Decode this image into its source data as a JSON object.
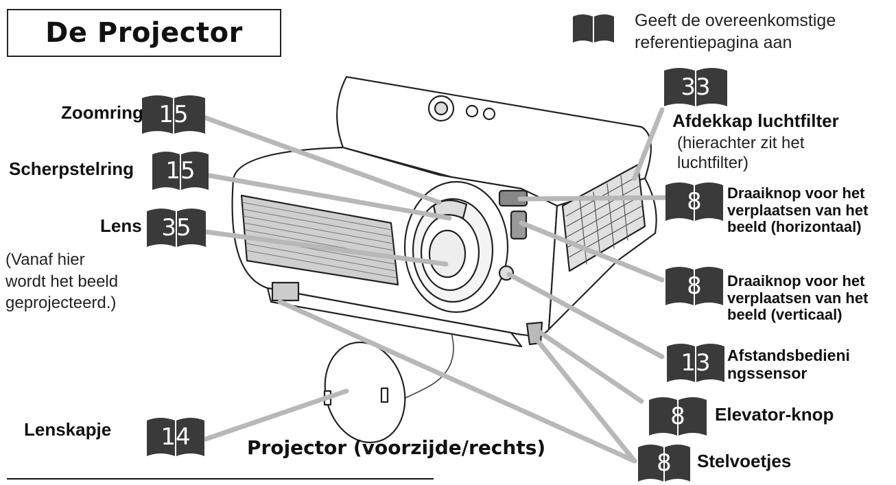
{
  "title": "De Projector",
  "legend": {
    "text_line1": "Geeft de overeenkomstige",
    "text_line2": "referentiepagina aan"
  },
  "caption": "Projector (voorzijde/rechts)",
  "left_labels": {
    "zoomring": {
      "label": "Zoomring",
      "page": "15"
    },
    "scherpstelring": {
      "label": "Scherpstelring",
      "page": "15"
    },
    "lens": {
      "label": "Lens",
      "page": "35",
      "note1": "(Vanaf hier",
      "note2": "wordt het beeld",
      "note3": "geprojecteerd.)"
    },
    "lenskapje": {
      "label": "Lenskapje",
      "page": "14"
    }
  },
  "right_labels": {
    "luchtfilter": {
      "page": "33",
      "label": "Afdekkap luchtfilter",
      "note1": "(hierachter zit het",
      "note2": "luchtfilter)"
    },
    "horizontaal": {
      "page": "8",
      "line1": "Draaiknop voor het",
      "line2": "verplaatsen van het",
      "line3": "beeld (horizontaal)"
    },
    "verticaal": {
      "page": "8",
      "line1": "Draaiknop voor het",
      "line2": "verplaatsen van het",
      "line3": "beeld (verticaal)"
    },
    "sensor": {
      "page": "13",
      "line1": "Afstandsbedieni",
      "line2": "ngssensor"
    },
    "elevator": {
      "page": "8",
      "label": "Elevator-knop"
    },
    "stelvoetjes": {
      "page": "8",
      "label": "Stelvoetjes"
    }
  },
  "colors": {
    "book": "#3a3a3a",
    "leader": "#b8b8b8",
    "outline": "#222222"
  }
}
